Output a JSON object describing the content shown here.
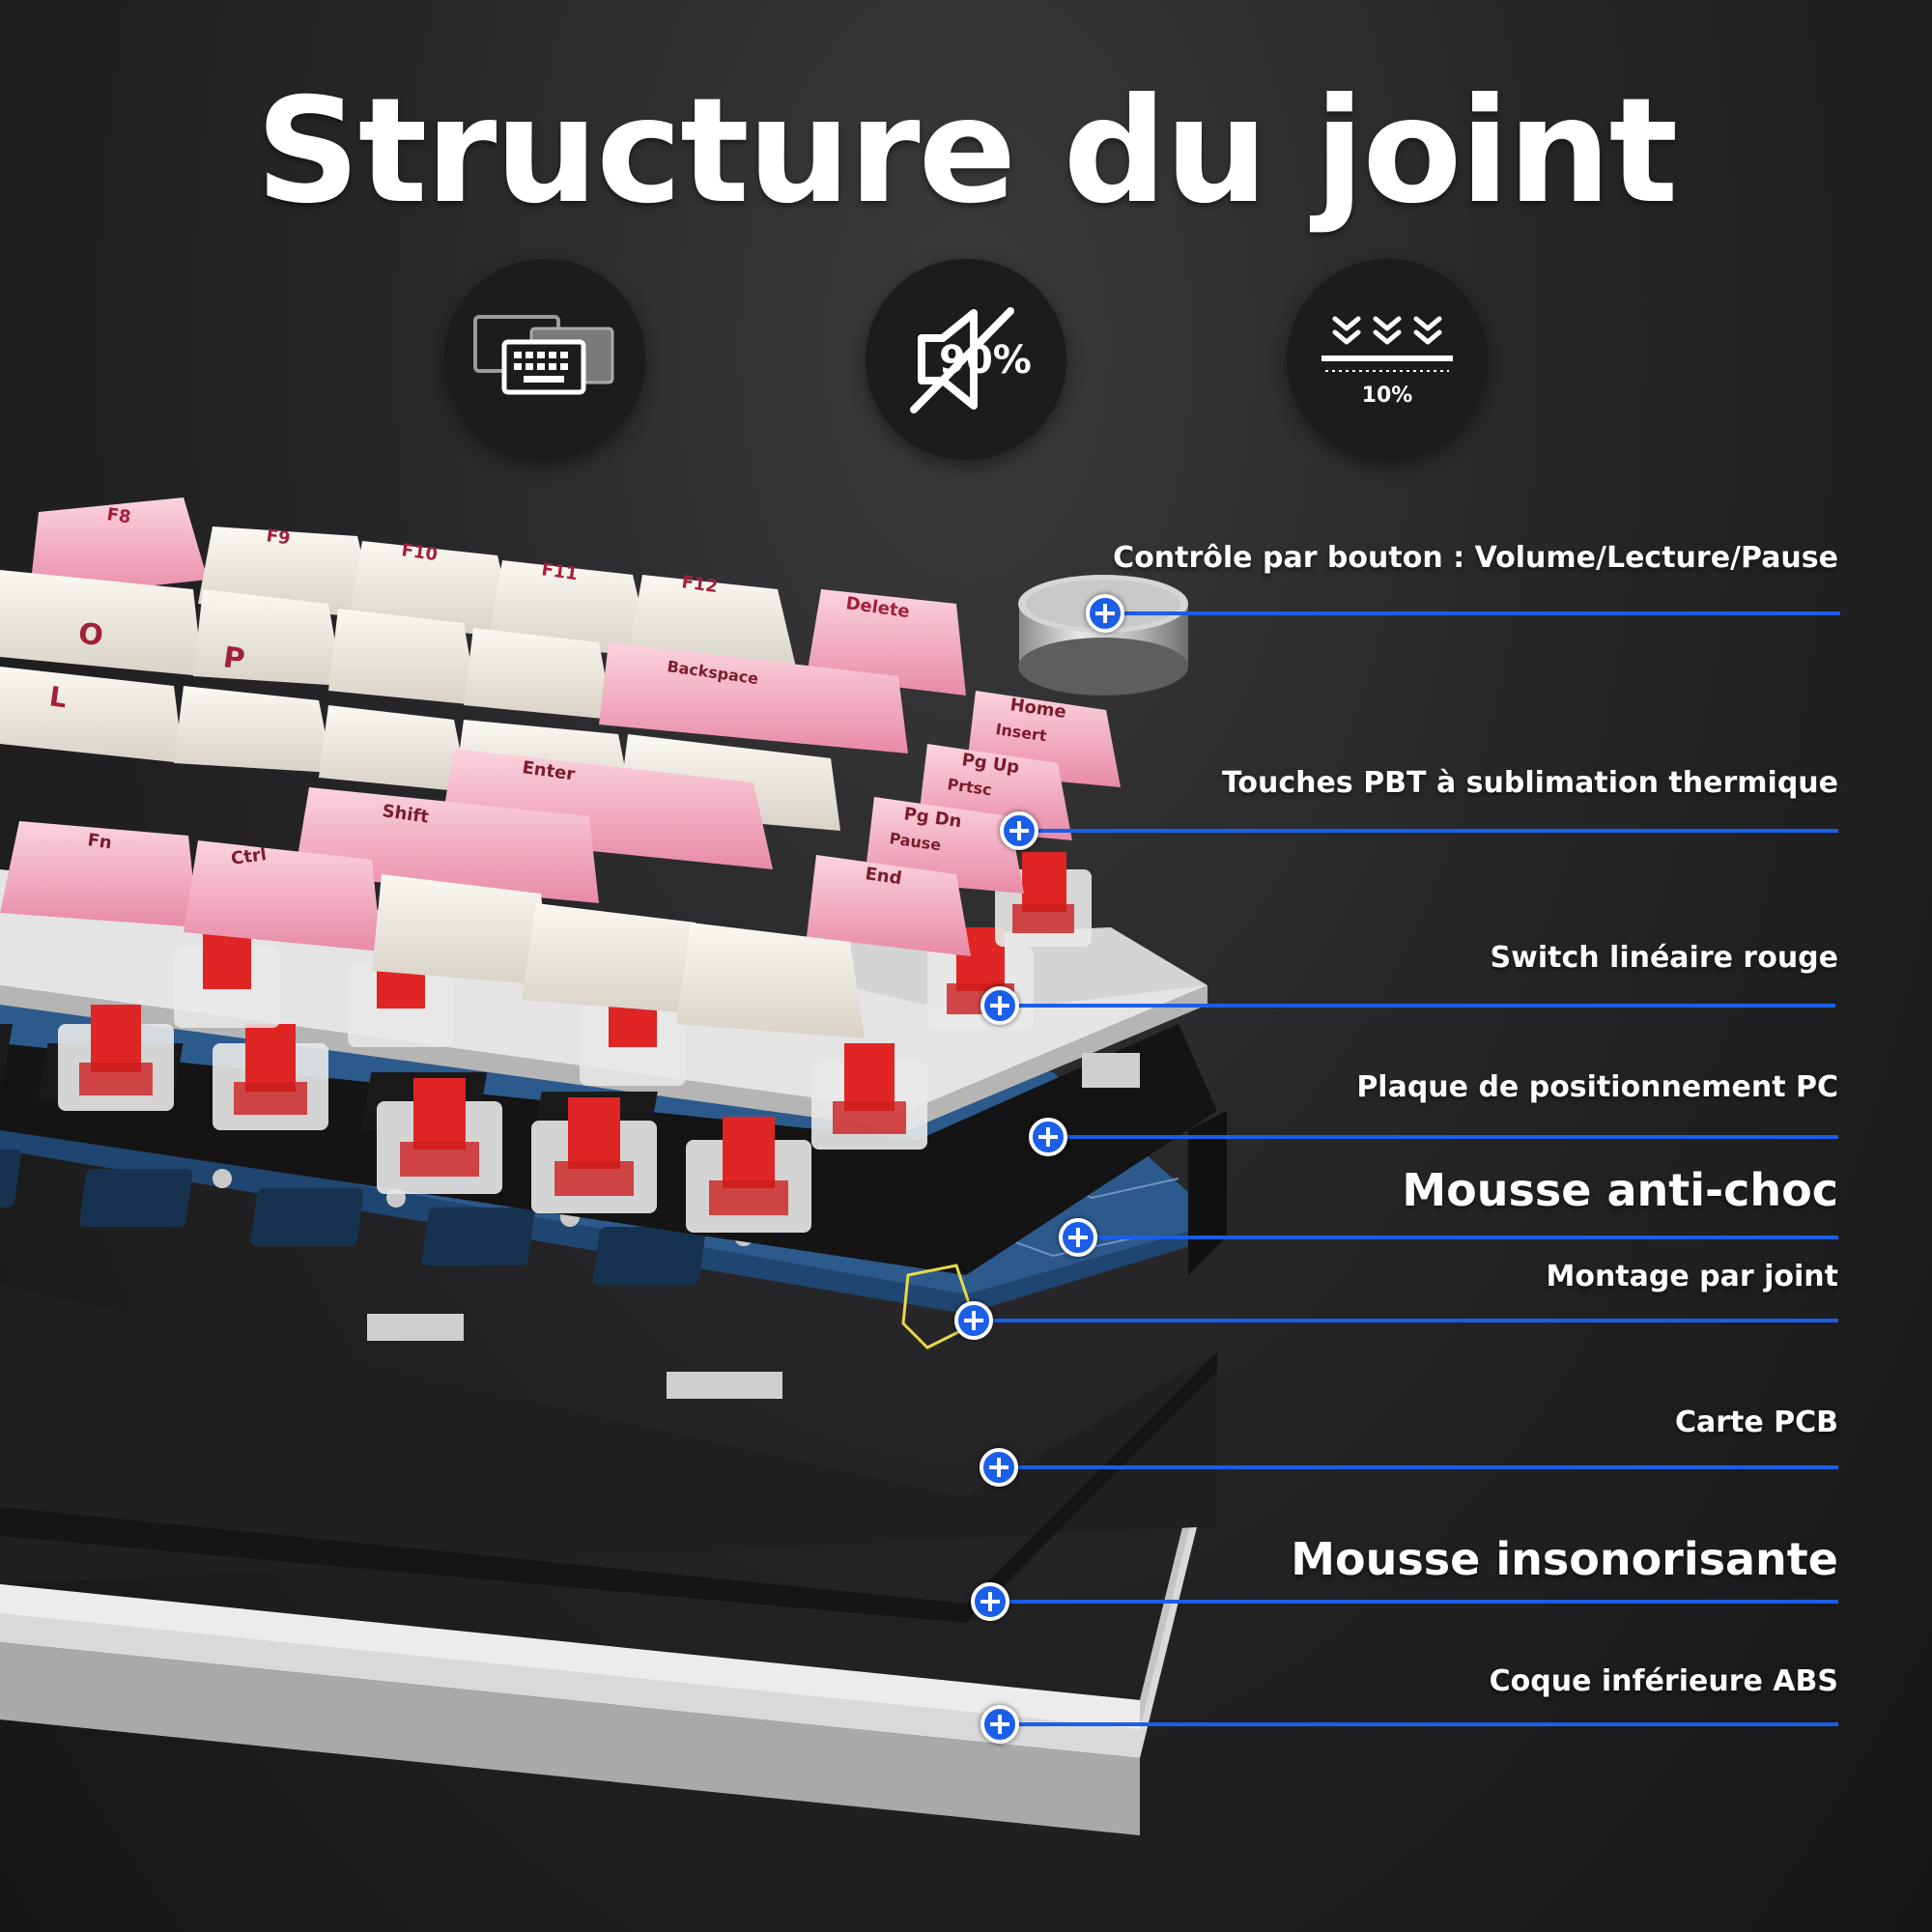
{
  "title": "Structure du joint",
  "features": [
    {
      "icon": "keyboard-layers-icon"
    },
    {
      "icon": "mute-speaker-icon",
      "text": "90%"
    },
    {
      "icon": "compression-arrows-icon",
      "text": "10%"
    }
  ],
  "keycaps": [
    "F8",
    "F9",
    "F10",
    "F11",
    "F12",
    "Delete",
    "Backspace",
    "Home",
    "Insert",
    "Pg Up",
    "Prtsc",
    "Pg Dn",
    "Pause",
    "End",
    "Enter",
    "Shift",
    "Fn",
    "Ctrl",
    "O",
    "P",
    "L"
  ],
  "callouts": [
    {
      "label": "Contrôle par bouton : Volume/Lecture/Pause"
    },
    {
      "label": "Touches PBT à sublimation thermique"
    },
    {
      "label": "Switch linéaire rouge"
    },
    {
      "label": "Plaque de positionnement PC"
    },
    {
      "label": "Mousse anti-choc"
    },
    {
      "label": "Montage par joint"
    },
    {
      "label": "Carte PCB"
    },
    {
      "label": "Mousse insonorisante"
    },
    {
      "label": "Coque inférieure ABS"
    }
  ],
  "colors": {
    "accent": "#1b5ee8",
    "pink": "#f4b6c8",
    "cream": "#f1ece4",
    "switch_red": "#e02525",
    "pcb_blue": "#2d5a8c"
  }
}
